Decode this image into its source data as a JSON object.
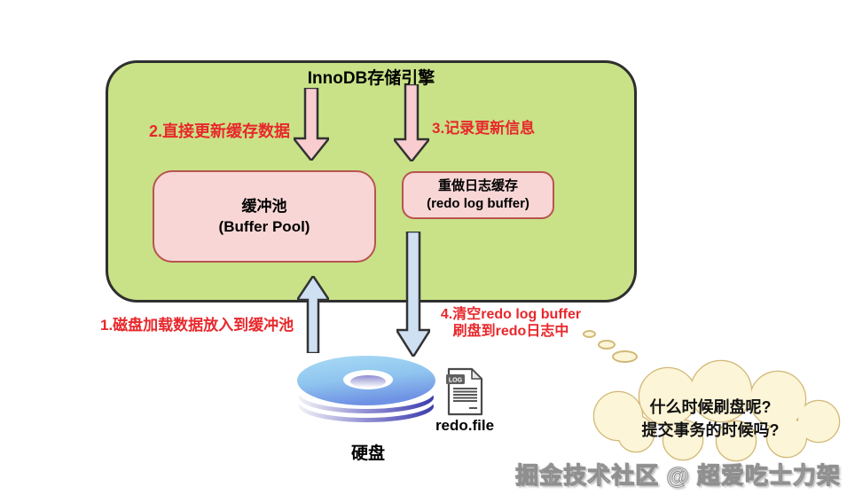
{
  "diagram": {
    "title": "InnoDB存储引擎",
    "boxes": {
      "buffer_pool": {
        "name": "缓冲池",
        "subtitle": "(Buffer Pool)"
      },
      "redo_log_buffer": {
        "name": "重做日志缓存",
        "subtitle": "(redo log buffer)"
      }
    },
    "steps": {
      "step1": "1.磁盘加载数据放入到缓冲池",
      "step2": "2.直接更新缓存数据",
      "step3": "3.记录更新信息",
      "step4_line1": "4.清空redo log buffer",
      "step4_line2": "刷盘到redo日志中"
    },
    "disk": {
      "label": "硬盘"
    },
    "log_file": {
      "badge": "LOG",
      "label": "redo.file"
    },
    "thought_bubble": {
      "line1": "什么时候刷盘呢?",
      "line2": "提交事务的时候吗?"
    },
    "watermark": "掘金技术社区 @ 超爱吃士力架",
    "colors": {
      "engine_fill": "#c9e287",
      "engine_border": "#2f2f2f",
      "node_fill": "#f8d6d6",
      "node_border": "#b85450",
      "arrow_pink": "#f9cdcf",
      "arrow_blue": "#cfe0f3",
      "arrow_border": "#333333",
      "step_text": "#e8282c",
      "cloud_fill": "#fcf5d7",
      "cloud_border": "#d2b876"
    }
  }
}
